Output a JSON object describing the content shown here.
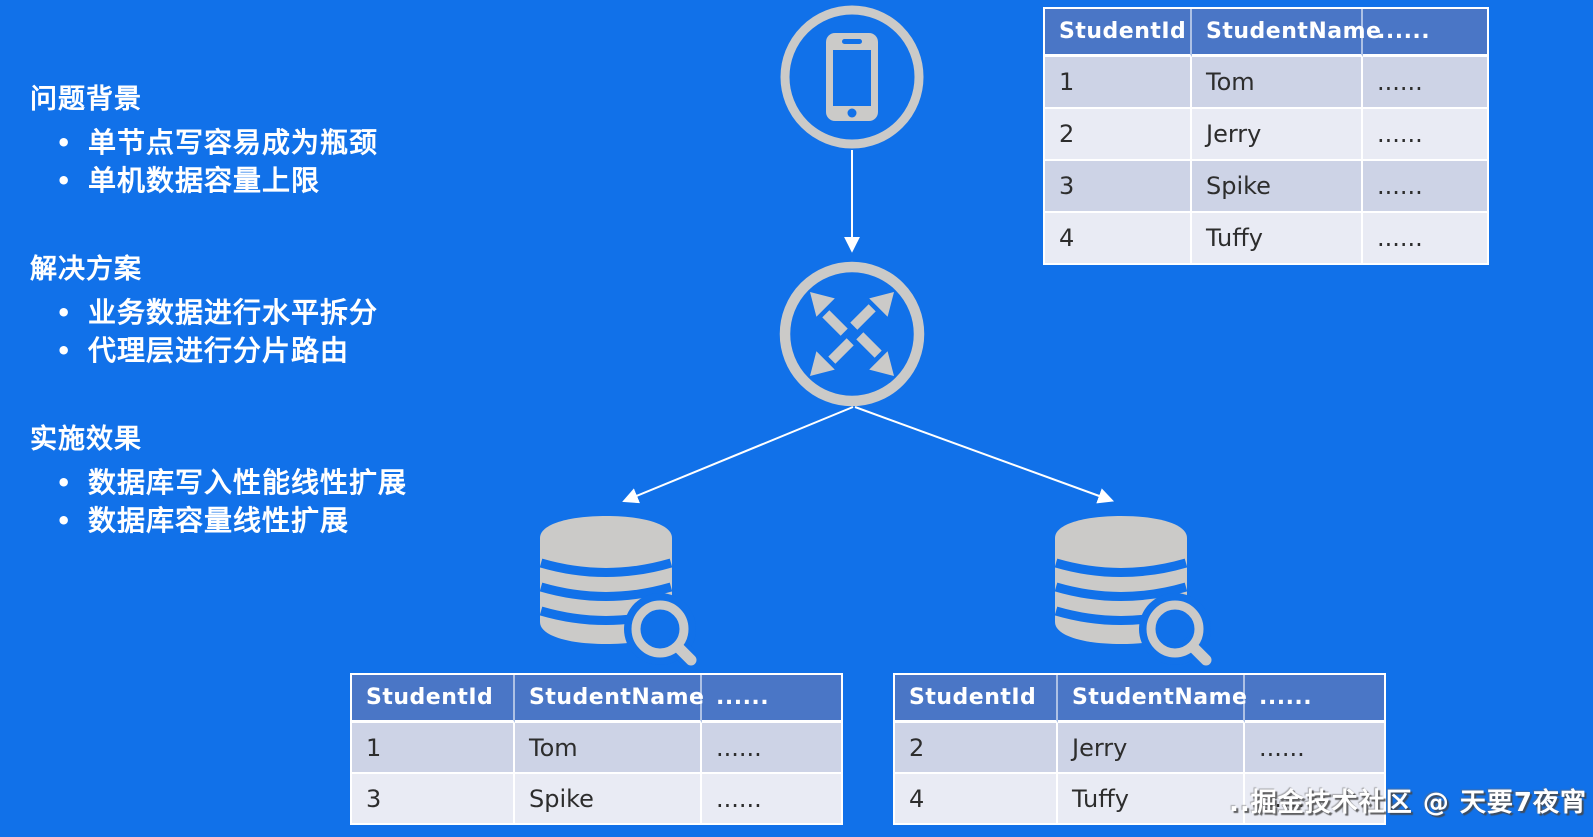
{
  "colors": {
    "background": "#1171E9",
    "icon_gray": "#CBCAC8",
    "arrow_white": "#FFFFFF",
    "table_header_bg": "#4A76C6",
    "table_row_dark": "#CDD3E6",
    "table_row_light": "#E9EBF4"
  },
  "notes": {
    "sections": [
      {
        "title": "问题背景",
        "bullets": [
          "单节点写容易成为瓶颈",
          "单机数据容量上限"
        ]
      },
      {
        "title": "解决方案",
        "bullets": [
          "业务数据进行水平拆分",
          "代理层进行分片路由"
        ]
      },
      {
        "title": "实施效果",
        "bullets": [
          "数据库写入性能线性扩展",
          "数据库容量线性扩展"
        ]
      }
    ]
  },
  "bullet_glyph": "•",
  "diagram": {
    "icons": [
      "mobile-client",
      "shard-router",
      "database-shard-1",
      "database-shard-2"
    ]
  },
  "tables": {
    "headers": [
      "StudentId",
      "StudentName",
      "......"
    ],
    "full": {
      "rows": [
        [
          "1",
          "Tom",
          "......"
        ],
        [
          "2",
          "Jerry",
          "......"
        ],
        [
          "3",
          "Spike",
          "......"
        ],
        [
          "4",
          "Tuffy",
          "......"
        ]
      ]
    },
    "shard1": {
      "rows": [
        [
          "1",
          "Tom",
          "......"
        ],
        [
          "3",
          "Spike",
          "......"
        ]
      ]
    },
    "shard2": {
      "rows": [
        [
          "2",
          "Jerry",
          "......"
        ],
        [
          "4",
          "Tuffy",
          "......"
        ]
      ]
    }
  },
  "watermark": "..掘金技术社区 @ 天要7夜宵"
}
